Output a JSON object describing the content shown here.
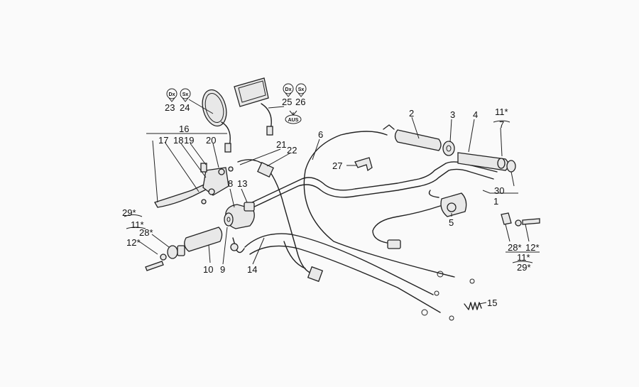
{
  "labels": {
    "l1": "1",
    "l2": "2",
    "l3": "3",
    "l4": "4",
    "l5": "5",
    "l6": "6",
    "l7": "7",
    "l8": "8",
    "l9": "9",
    "l10": "10",
    "l11a": "11*",
    "l11b": "11*",
    "l11c": "11*",
    "l12a": "12*",
    "l12b": "12*",
    "l13": "13",
    "l14": "14",
    "l15": "15",
    "l16": "16",
    "l17": "17",
    "l18": "18",
    "l19": "19",
    "l20": "20",
    "l21": "21",
    "l22": "22",
    "l23": "23",
    "l24": "24",
    "l25": "25",
    "l26": "26",
    "l27": "27",
    "l28a": "28*",
    "l28b": "28*",
    "l29a": "29*",
    "l29b": "29*",
    "l30": "30"
  },
  "badges": {
    "dx1": "Dx",
    "sx1": "Sx",
    "dx2": "Dx",
    "sx2": "Sx",
    "aus": "AUS"
  }
}
